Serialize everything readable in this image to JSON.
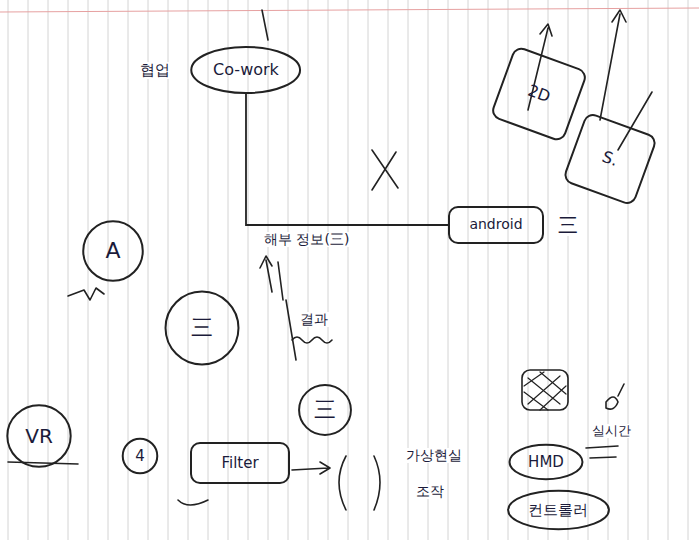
{
  "diagram": {
    "nodes": [
      {
        "text": [
          "Co-work"
        ]
      },
      {
        "text": [
          "android"
        ]
      },
      {
        "text": [
          "2D"
        ]
      },
      {
        "text": [
          "S."
        ]
      },
      {
        "text": [
          "A"
        ]
      },
      {
        "text": [
          "三"
        ]
      },
      {
        "text": [
          "三"
        ]
      },
      {
        "text": [
          "VR"
        ]
      },
      {
        "text": [
          "4"
        ]
      },
      {
        "text": [
          "Filter"
        ]
      },
      {
        "text": [
          "HMD"
        ]
      },
      {
        "text": [
          "컨트롤러"
        ]
      }
    ],
    "edges": [
      {
        "from": 0,
        "to": 1,
        "arrow": "none"
      }
    ],
    "labels": [
      "협업",
      "三",
      "해부 정보(三)",
      "결과",
      "가상현실",
      "조작",
      "실시간"
    ]
  }
}
